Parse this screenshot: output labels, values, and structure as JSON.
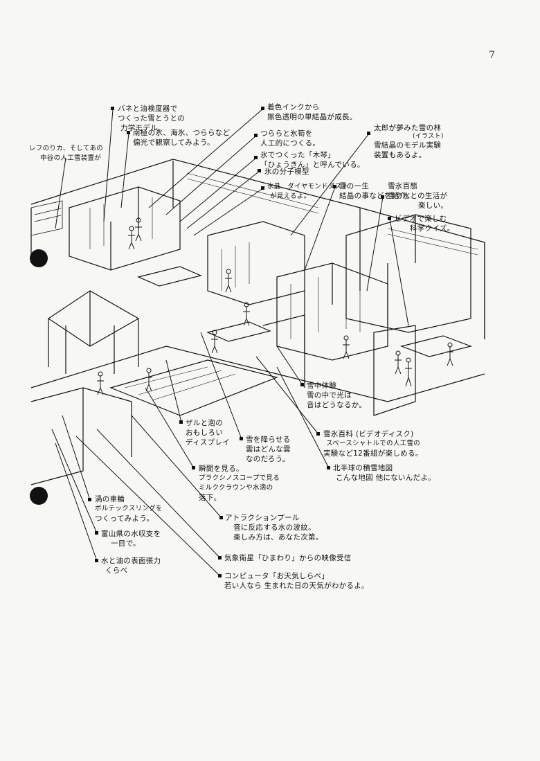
{
  "page_number": "7",
  "callouts": [
    {
      "id": "spring-oil",
      "lines": [
        "バネと油検度器で",
        "つくった雪とうとの",
        "力学モデル。"
      ]
    },
    {
      "id": "polarized",
      "lines": [
        "南極の氷、海氷、つららなど",
        "偏光で観察してみよう。"
      ]
    },
    {
      "id": "hall-note",
      "lines": [
        "レフのりカ、そしてあの",
        "中谷の人工雪装置が"
      ]
    },
    {
      "id": "crystal-growth",
      "lines": [
        "着色インクから",
        "無色透明の単結晶が成長。"
      ]
    },
    {
      "id": "icicle",
      "lines": [
        "つららと氷筍を",
        "人工的につくる。"
      ]
    },
    {
      "id": "hyokin",
      "lines": [
        "氷でつくった「木琴」",
        "「ひょうきん」と呼んでいる。"
      ]
    },
    {
      "id": "molecule",
      "lines": [
        "氷の分子模型"
      ]
    },
    {
      "id": "diamond-dust",
      "lines": [
        "氷晶、ダイヤモンドダスト",
        "が見えるよ。"
      ]
    },
    {
      "id": "taro-dream",
      "lines": [
        "太郎が夢みた雪の林",
        "(イラスト)",
        "雪結晶のモデル実験",
        "装置もあるよ。"
      ]
    },
    {
      "id": "snow-life",
      "lines": [
        "雪の一生",
        "結晶の事などを紹介。"
      ]
    },
    {
      "id": "snow-history",
      "lines": [
        "雪氷百態",
        "雪や氷との生活が",
        "楽しい。"
      ]
    },
    {
      "id": "video-quiz",
      "lines": [
        "ビデオで楽しむ",
        "科学クイズ。"
      ]
    },
    {
      "id": "snow-experience",
      "lines": [
        "雪中体験",
        "雪の中で光は",
        "音はどうなるか。"
      ]
    },
    {
      "id": "snow-encyclopedia",
      "lines": [
        "雪氷百科 (ビデオディスク)",
        "スペースシャトルでの人工雪の",
        "実験など12番組が楽しめる。"
      ]
    },
    {
      "id": "north-map",
      "lines": [
        "北半球の積雪地図",
        "こんな地図   他にないんだよ。"
      ]
    },
    {
      "id": "sand-foam",
      "lines": [
        "ザルと泡の",
        "おもしろい",
        "ディスプレイ"
      ]
    },
    {
      "id": "snow-fall",
      "lines": [
        "雪を降らせる",
        "雲はどんな雲",
        "なのだろう。"
      ]
    },
    {
      "id": "instant",
      "lines": [
        "瞬間を見る。",
        "プラクシノスコープで見る",
        "ミルククラウンや水滴の",
        "落下。"
      ]
    },
    {
      "id": "vortex",
      "lines": [
        "渦の車輪",
        "ボルテックスリングを",
        "つくってみよう。"
      ]
    },
    {
      "id": "toyama",
      "lines": [
        "富山県の水収支を",
        "一目で。"
      ]
    },
    {
      "id": "attraction",
      "lines": [
        "アトラクションプール",
        "音に反応する水の波紋。",
        "楽しみ方は、あなた次第。"
      ]
    },
    {
      "id": "surface-tension",
      "lines": [
        "水と油の表面張力",
        "くらべ"
      ]
    },
    {
      "id": "satellite",
      "lines": [
        "気象衛星「ひまわり」からの映像受信"
      ]
    },
    {
      "id": "weather-computer",
      "lines": [
        "コンピュータ「お天気しらべ」",
        "若い人なら 生まれた日の天気がわかるよ。"
      ]
    }
  ]
}
